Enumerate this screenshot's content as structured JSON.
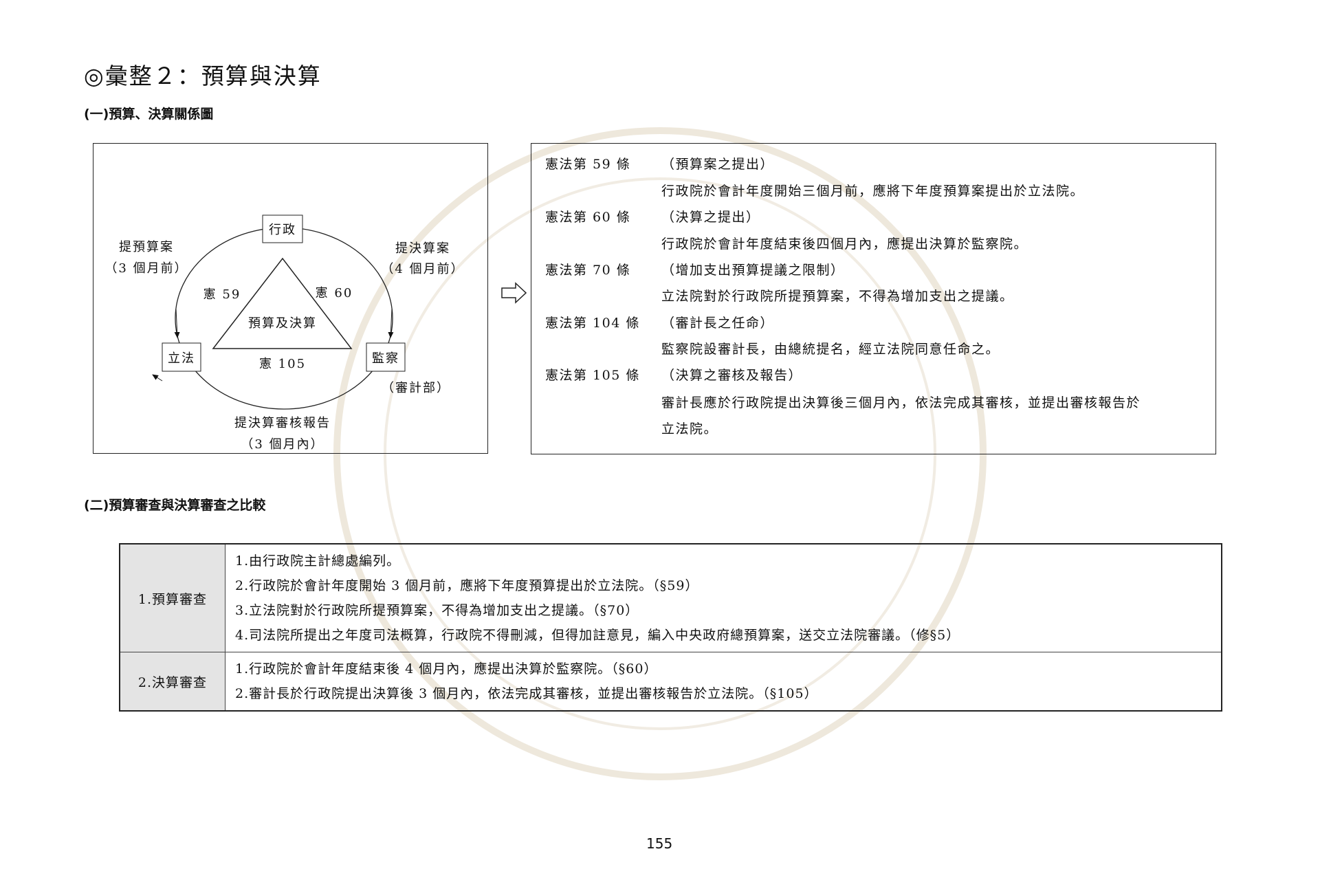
{
  "title": "◎彙整２：預算與決算",
  "section1": {
    "heading": "(一)預算、決算關係圖",
    "diagram": {
      "nodes": {
        "executive": "行政",
        "legislative": "立法",
        "control": "監察"
      },
      "center": "預算及決算",
      "edges": {
        "left_label": "提預算案",
        "left_sub": "（3 個月前）",
        "right_label": "提決算案",
        "right_sub": "（4 個月前）",
        "bottom_label": "提決算審核報告",
        "bottom_sub": "（3 個月內）",
        "control_sub": "（審計部）"
      },
      "articles": {
        "left": "憲 59",
        "right": "憲 60",
        "bottom": "憲 105"
      }
    },
    "laws": [
      {
        "no": "憲法第 59 條",
        "title": "（預算案之提出）",
        "text": [
          "行政院於會計年度開始三個月前，應將下年度預算案提出於立法院。"
        ]
      },
      {
        "no": "憲法第 60 條",
        "title": "（決算之提出）",
        "text": [
          "行政院於會計年度結束後四個月內，應提出決算於監察院。"
        ]
      },
      {
        "no": "憲法第 70 條",
        "title": "（增加支出預算提議之限制）",
        "text": [
          "立法院對於行政院所提預算案，不得為增加支出之提議。"
        ]
      },
      {
        "no": "憲法第 104 條",
        "title": "（審計長之任命）",
        "text": [
          "監察院設審計長，由總統提名，經立法院同意任命之。"
        ]
      },
      {
        "no": "憲法第 105 條",
        "title": "（決算之審核及報告）",
        "text": [
          "審計長應於行政院提出決算後三個月內，依法完成其審核，並提出審核報告於",
          "立法院。"
        ]
      }
    ]
  },
  "section2": {
    "heading": "(二)預算審查與決算審查之比較",
    "rows": [
      {
        "header": "1.預算審查",
        "items": [
          "1.由行政院主計總處編列。",
          "2.行政院於會計年度開始 3 個月前，應將下年度預算提出於立法院。（§59）",
          "3.立法院對於行政院所提預算案，不得為增加支出之提議。（§70）",
          "4.司法院所提出之年度司法概算，行政院不得刪減，但得加註意見，編入中央政府總預算案，送交立法院審議。（修§5）"
        ]
      },
      {
        "header": "2.決算審查",
        "items": [
          "1.行政院於會計年度結束後 4 個月內，應提出決算於監察院。（§60）",
          "2.審計長於行政院提出決算後 3 個月內，依法完成其審核，並提出審核報告於立法院。（§105）"
        ]
      }
    ]
  },
  "page_number": "155"
}
